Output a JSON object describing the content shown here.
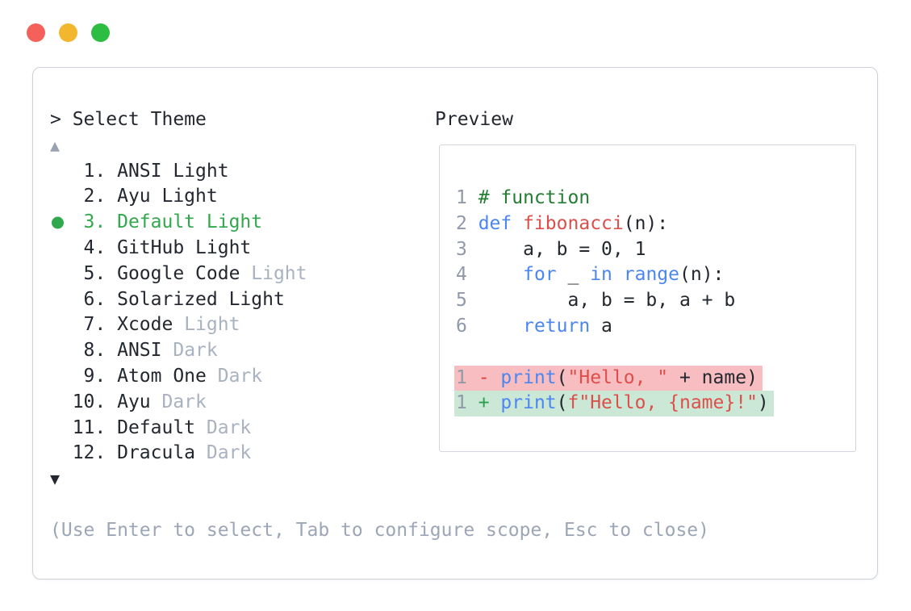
{
  "colors": {
    "dark": "#23272f",
    "muted": "#a9b2c1",
    "lineno": "#9099a9",
    "help": "#9ca6b6",
    "arrow_up": "#98a2b3",
    "arrow_down": "#23272f",
    "sel": "#31a84d",
    "comment": "#237d32",
    "kw": "#4c86f0",
    "fn": "#dd4f4b",
    "str": "#dd4f4b",
    "del": "#d8433f",
    "add": "#2aa04a",
    "del_bg": "#f8bdc0",
    "add_bg": "#cbe8d6",
    "panel_border": "#cdd2da",
    "preview_border": "#d3d7dd",
    "tl_close": "#f4615a",
    "tl_min": "#f3b72e",
    "tl_max": "#2dbd42"
  },
  "prompt": {
    "label": "> Select Theme"
  },
  "scroll": {
    "up_icon": "▲",
    "down_icon": "▼"
  },
  "theme_list": {
    "items": [
      {
        "selected": false,
        "tokens": [
          {
            "t": "   1. ",
            "c": "dark"
          },
          {
            "t": "ANSI Light",
            "c": "dark"
          }
        ]
      },
      {
        "selected": false,
        "tokens": [
          {
            "t": "   2. ",
            "c": "dark"
          },
          {
            "t": "Ayu Light",
            "c": "dark"
          }
        ]
      },
      {
        "selected": true,
        "tokens": [
          {
            "t": "   3. ",
            "c": "sel"
          },
          {
            "t": "Default Light",
            "c": "sel"
          }
        ]
      },
      {
        "selected": false,
        "tokens": [
          {
            "t": "   4. ",
            "c": "dark"
          },
          {
            "t": "GitHub Light",
            "c": "dark"
          }
        ]
      },
      {
        "selected": false,
        "tokens": [
          {
            "t": "   5. ",
            "c": "dark"
          },
          {
            "t": "Google Code ",
            "c": "dark"
          },
          {
            "t": "Light",
            "c": "muted"
          }
        ]
      },
      {
        "selected": false,
        "tokens": [
          {
            "t": "   6. ",
            "c": "dark"
          },
          {
            "t": "Solarized Light",
            "c": "dark"
          }
        ]
      },
      {
        "selected": false,
        "tokens": [
          {
            "t": "   7. ",
            "c": "dark"
          },
          {
            "t": "Xcode ",
            "c": "dark"
          },
          {
            "t": "Light",
            "c": "muted"
          }
        ]
      },
      {
        "selected": false,
        "tokens": [
          {
            "t": "   8. ",
            "c": "dark"
          },
          {
            "t": "ANSI ",
            "c": "dark"
          },
          {
            "t": "Dark",
            "c": "muted"
          }
        ]
      },
      {
        "selected": false,
        "tokens": [
          {
            "t": "   9. ",
            "c": "dark"
          },
          {
            "t": "Atom One ",
            "c": "dark"
          },
          {
            "t": "Dark",
            "c": "muted"
          }
        ]
      },
      {
        "selected": false,
        "tokens": [
          {
            "t": "  10. ",
            "c": "dark"
          },
          {
            "t": "Ayu ",
            "c": "dark"
          },
          {
            "t": "Dark",
            "c": "muted"
          }
        ]
      },
      {
        "selected": false,
        "tokens": [
          {
            "t": "  11. ",
            "c": "dark"
          },
          {
            "t": "Default ",
            "c": "dark"
          },
          {
            "t": "Dark",
            "c": "muted"
          }
        ]
      },
      {
        "selected": false,
        "tokens": [
          {
            "t": "  12. ",
            "c": "dark"
          },
          {
            "t": "Dracula ",
            "c": "dark"
          },
          {
            "t": "Dark",
            "c": "muted"
          }
        ]
      }
    ]
  },
  "preview": {
    "title": "Preview",
    "lines": [
      {
        "kind": "code",
        "num": "1",
        "tokens": [
          {
            "t": "# function",
            "c": "comment"
          }
        ]
      },
      {
        "kind": "code",
        "num": "2",
        "tokens": [
          {
            "t": "def",
            "c": "kw"
          },
          {
            "t": " ",
            "c": "dark"
          },
          {
            "t": "fibonacci",
            "c": "fn"
          },
          {
            "t": "(n):",
            "c": "dark"
          }
        ]
      },
      {
        "kind": "code",
        "num": "3",
        "tokens": [
          {
            "t": "    a, b = 0, 1",
            "c": "dark"
          }
        ]
      },
      {
        "kind": "code",
        "num": "4",
        "tokens": [
          {
            "t": "    ",
            "c": "dark"
          },
          {
            "t": "for",
            "c": "kw"
          },
          {
            "t": " _ ",
            "c": "dark"
          },
          {
            "t": "in",
            "c": "kw"
          },
          {
            "t": " ",
            "c": "dark"
          },
          {
            "t": "range",
            "c": "kw"
          },
          {
            "t": "(n):",
            "c": "dark"
          }
        ]
      },
      {
        "kind": "code",
        "num": "5",
        "tokens": [
          {
            "t": "        a, b = b, a + b",
            "c": "dark"
          }
        ]
      },
      {
        "kind": "code",
        "num": "6",
        "tokens": [
          {
            "t": "    ",
            "c": "dark"
          },
          {
            "t": "return",
            "c": "kw"
          },
          {
            "t": " a",
            "c": "dark"
          }
        ]
      },
      {
        "kind": "blank",
        "num": "",
        "tokens": []
      },
      {
        "kind": "diff-removed",
        "num": "1",
        "highlight": "del",
        "sign": {
          "t": "- ",
          "c": "del"
        },
        "tokens": [
          {
            "t": "print",
            "c": "kw"
          },
          {
            "t": "(",
            "c": "dark"
          },
          {
            "t": "\"Hello, \"",
            "c": "str"
          },
          {
            "t": " + name)",
            "c": "dark"
          }
        ]
      },
      {
        "kind": "diff-added",
        "num": "1",
        "highlight": "add",
        "sign": {
          "t": "+ ",
          "c": "add"
        },
        "tokens": [
          {
            "t": "print",
            "c": "kw"
          },
          {
            "t": "(",
            "c": "dark"
          },
          {
            "t": "f\"Hello, {name}!\"",
            "c": "str"
          },
          {
            "t": ")",
            "c": "dark"
          }
        ]
      }
    ]
  },
  "help": {
    "text": "(Use Enter to select, Tab to configure scope, Esc to close)"
  }
}
